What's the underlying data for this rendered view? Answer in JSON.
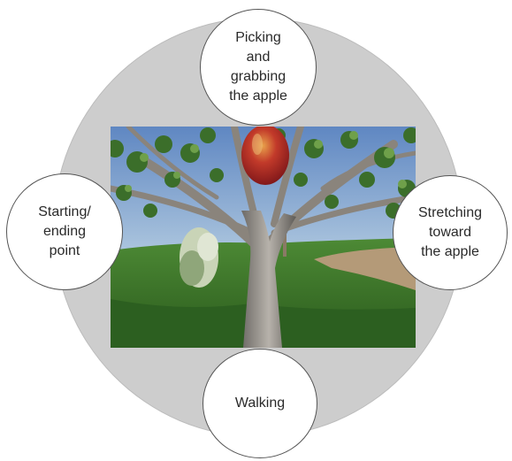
{
  "steps": {
    "top": "Picking\nand\ngrabbing\nthe apple",
    "left": "Starting/\nending\npoint",
    "right": "Stretching\ntoward\nthe apple",
    "bottom": "Walking"
  },
  "colors": {
    "ring": "#cdcdcd",
    "step_fill": "#ffffff",
    "step_border": "#555555",
    "sky_top": "#6f95c8",
    "sky_bottom": "#dfe9ee",
    "grass": "#3f7a2c",
    "apple": "#b3252a"
  }
}
